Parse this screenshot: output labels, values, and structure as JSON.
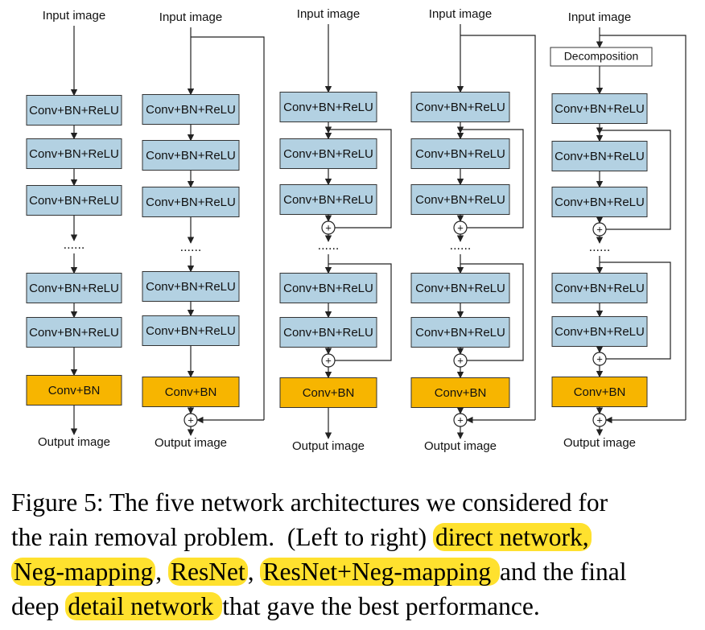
{
  "labels": {
    "input": "Input image",
    "output": "Output image",
    "decomposition": "Decomposition",
    "layer": "Conv+BN+ReLU",
    "final": "Conv+BN",
    "dots": "......",
    "plus": "+"
  },
  "columns": [
    {
      "name": "direct network",
      "skip": false,
      "residual": false,
      "decomposition": false
    },
    {
      "name": "Neg-mapping",
      "skip": true,
      "residual": false,
      "decomposition": false
    },
    {
      "name": "ResNet",
      "skip": false,
      "residual": true,
      "decomposition": false
    },
    {
      "name": "ResNet+Neg-mapping",
      "skip": true,
      "residual": true,
      "decomposition": false
    },
    {
      "name": "detail network",
      "skip": true,
      "residual": true,
      "decomposition": true
    }
  ],
  "caption": {
    "line1": "Figure 5: The five network architectures we considered for",
    "line2_a": "the rain removal problem.  (Left to right) ",
    "line2_hl": "direct network,",
    "line3_hl1": "Neg-mapping",
    "line3_sep1": ", ",
    "line3_hl2": "ResNet",
    "line3_sep2": ", ",
    "line3_hl3": "ResNet+Neg-mapping ",
    "line3_tail": "and the final",
    "line4_a": "deep ",
    "line4_hl": "detail network ",
    "line4_tail": "that gave the best performance."
  },
  "colors": {
    "layer_fill": "#b3d1e2",
    "final_fill": "#f7b500",
    "stroke": "#333333",
    "highlight": "#ffe12e"
  }
}
